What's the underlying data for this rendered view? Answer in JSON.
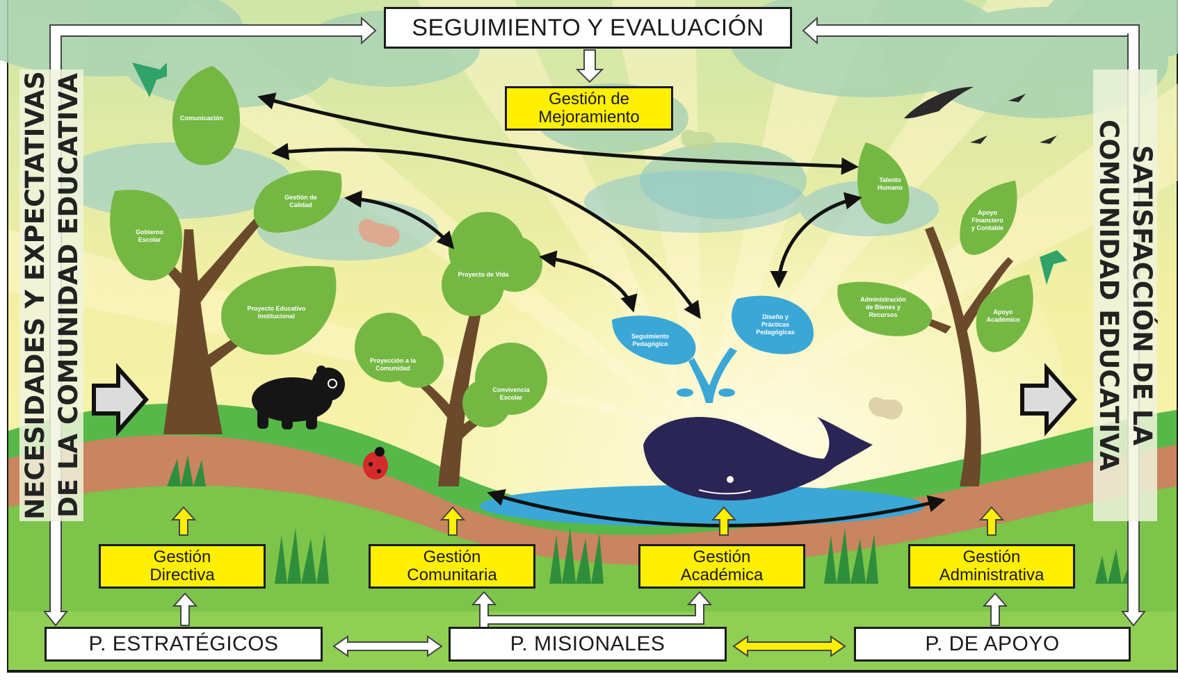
{
  "top_box": "SEGUIMIENTO Y EVALUACIÓN",
  "mejoramiento": "Gestión de\nMejoramiento",
  "left_side": [
    "NECESIDADES Y EXPECTATIVAS",
    "DE LA COMUNIDAD EDUCATIVA"
  ],
  "right_side": [
    "SATISFACCIÓN DE LA",
    "COMUNIDAD EDUCATIVA"
  ],
  "gestiones": [
    "Gestión\nDirectiva",
    "Gestión\nComunitaria",
    "Gestión\nAcadémica",
    "Gestión\nAdministrativa"
  ],
  "procesos": [
    "P. ESTRATÉGICOS",
    "P. MISIONALES",
    "P. DE APOYO"
  ],
  "leaves": {
    "comunicacion": "Comunicación",
    "gestion_calidad": "Gestión de\nCalidad",
    "gobierno_escolar": "Gobierno\nEscolar",
    "pei": "Proyecto Educativo\nInstitucional",
    "proyecto_vida": "Proyecto de Vida",
    "proyeccion": "Proyección a la\nComunidad",
    "convivencia": "Convivencia\nEscolar",
    "seguimiento": "Seguimiento\nPedagógico",
    "diseno": "Diseño y\nPrácticas\nPedagógicas",
    "talento": "Talento\nHumano",
    "apoyo_fin": "Apoyo\nFinanciero\ny Contable",
    "admin_bienes": "Administración\nde Bienes y\nRecursos",
    "apoyo_acad": "Apoyo\nAcadémico"
  },
  "colors": {
    "gestion_box": "#ffef00",
    "process_box": "#ffffff",
    "leaf_green": "#74b843",
    "water_blue": "#3aa7d6",
    "whale": "#2b2556"
  }
}
